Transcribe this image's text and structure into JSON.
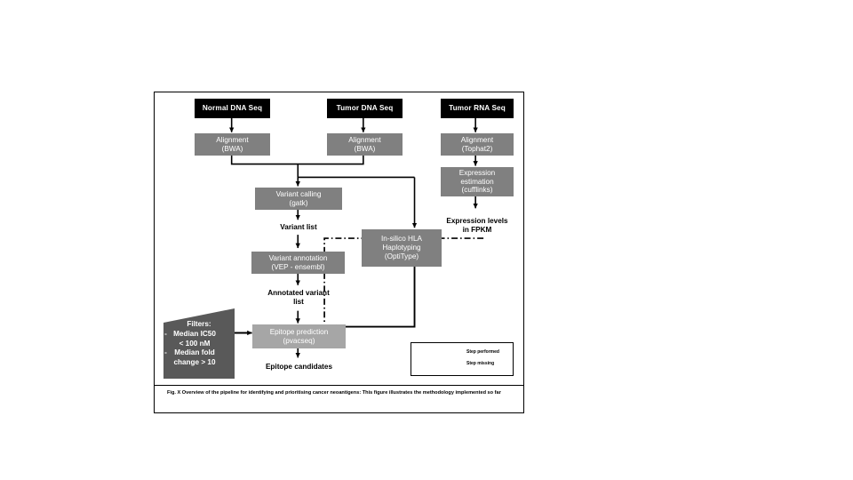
{
  "figure": {
    "caption": "Fig. X Overview of the pipeline for identifying and prioritising cancer neoantigens: This figure illustrates the methodology implemented so far",
    "colors": {
      "input_box": "#000000",
      "process_box": "#808080",
      "process_box_light": "#a6a6a6",
      "filter_box": "#595959",
      "text_on_box": "#ffffff",
      "plain_text": "#000000",
      "border": "#000000"
    }
  },
  "nodes": {
    "normal_dna_seq": "Normal DNA Seq",
    "tumor_dna_seq": "Tumor DNA Seq",
    "tumor_rna_seq": "Tumor RNA Seq",
    "alignment_bwa_normal_l1": "Alignment",
    "alignment_bwa_normal_l2": "(BWA)",
    "alignment_bwa_tumor_l1": "Alignment",
    "alignment_bwa_tumor_l2": "(BWA)",
    "alignment_tophat_l1": "Alignment",
    "alignment_tophat_l2": "(Tophat2)",
    "expression_estimation_l1": "Expression",
    "expression_estimation_l2": "estimation",
    "expression_estimation_l3": "(cufflinks)",
    "expression_levels_l1": "Expression levels",
    "expression_levels_l2": "in FPKM",
    "variant_calling_l1": "Variant calling",
    "variant_calling_l2": "(gatk)",
    "variant_list": "Variant list",
    "variant_annotation_l1": "Variant annotation",
    "variant_annotation_l2": "(VEP - ensembl)",
    "annotated_variant_list_l1": "Annotated variant",
    "annotated_variant_list_l2": "list",
    "hla_typing_l1": "In-silico HLA",
    "hla_typing_l2": "Haplotyping",
    "hla_typing_l3": "(OptiType)",
    "epitope_prediction_l1": "Epitope prediction",
    "epitope_prediction_l2": "(pvacseq)",
    "epitope_candidates": "Epitope candidates"
  },
  "filters": {
    "title": "Filters:",
    "bullet": "-",
    "items": [
      {
        "line1": "Median IC50",
        "line2": "< 100 nM"
      },
      {
        "line1": "Median fold",
        "line2": "change > 10"
      }
    ]
  },
  "legend": {
    "step_performed": "Step performed",
    "step_missing": "Step missing"
  }
}
